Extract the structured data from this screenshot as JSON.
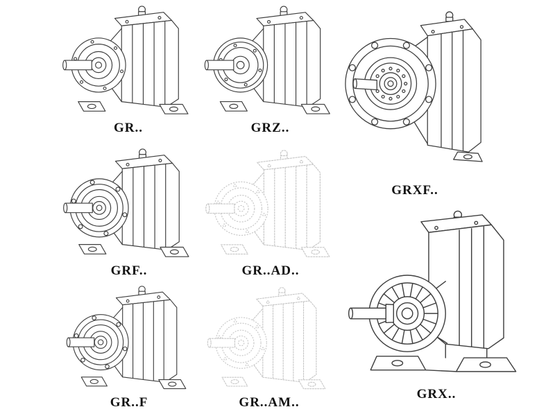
{
  "theme": {
    "bg": "#ffffff",
    "line": "#3f3f3f",
    "line-light": "#c6c6c6",
    "label": "#111111"
  },
  "figures": [
    {
      "id": "gr",
      "label": "GR..",
      "variant": "foot-mounted-helical-gearbox",
      "tone": "dark"
    },
    {
      "id": "grz",
      "label": "GRZ..",
      "variant": "foot-mounted-helical-gearbox",
      "tone": "dark"
    },
    {
      "id": "grxf",
      "label": "GRXF..",
      "variant": "flange-mounted-helical-gearbox",
      "tone": "dark"
    },
    {
      "id": "grf",
      "label": "GRF..",
      "variant": "flange-foot-helical-gearbox",
      "tone": "dark"
    },
    {
      "id": "gr-ad",
      "label": "GR..AD..",
      "variant": "foot-mounted-helical-gearbox",
      "tone": "light"
    },
    {
      "id": "gr-f",
      "label": "GR..F",
      "variant": "flange-foot-helical-gearbox",
      "tone": "dark"
    },
    {
      "id": "gr-am",
      "label": "GR..AM..",
      "variant": "foot-mounted-helical-gearbox",
      "tone": "light"
    },
    {
      "id": "grx",
      "label": "GRX..",
      "variant": "shaft-input-helical-gearbox",
      "tone": "dark"
    }
  ]
}
